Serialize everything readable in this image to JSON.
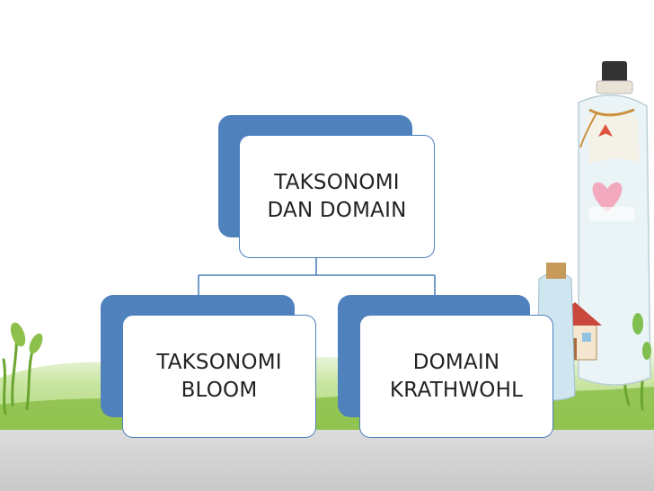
{
  "diagram": {
    "root": {
      "label": "TAKSONOMI\nDAN DOMAIN"
    },
    "children": [
      {
        "label": "TAKSONOMI\nBLOOM"
      },
      {
        "label": "DOMAIN\nKRATHWOHL"
      }
    ]
  },
  "colors": {
    "node_accent": "#4f81bd",
    "node_border": "#4f81bd",
    "connector": "#4f81bd",
    "ground": "#d2d2d2",
    "grass": "#8cc04a"
  },
  "decorations": [
    "grass-illustration",
    "bottle-illustration",
    "house-illustration"
  ]
}
